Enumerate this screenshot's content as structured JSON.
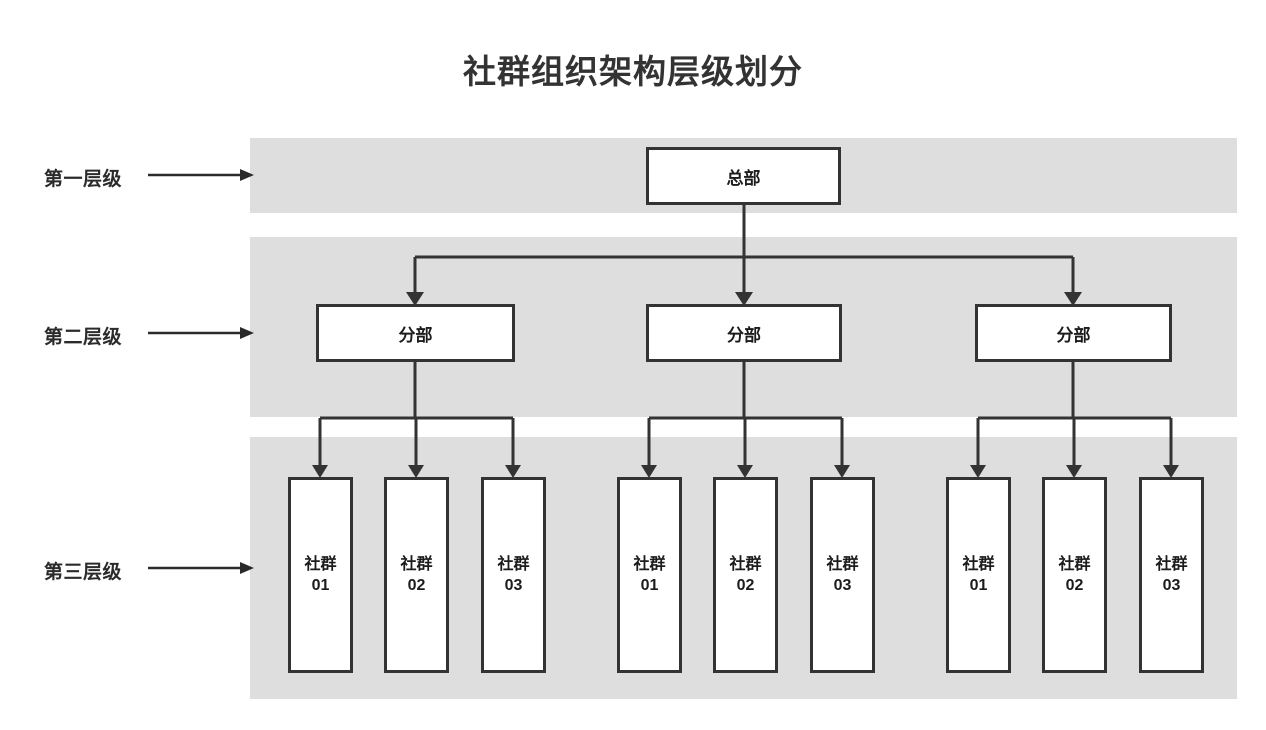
{
  "page": {
    "title": "社群组织架构层级划分",
    "background_color": "#ffffff",
    "band_color": "#dedede",
    "border_color": "#333333",
    "text_color": "#1c1c1c",
    "title_color": "#333333"
  },
  "levels": [
    {
      "label": "第一层级",
      "arrow_icon": "arrow-right-icon"
    },
    {
      "label": "第二层级",
      "arrow_icon": "arrow-right-icon"
    },
    {
      "label": "第三层级",
      "arrow_icon": "arrow-right-icon"
    }
  ],
  "chart_data": {
    "type": "diagram",
    "diagram_type": "organization-hierarchy-tree",
    "title": "社群组织架构层级划分",
    "orientation": "top-down",
    "level_names": [
      "第一层级",
      "第二层级",
      "第三层级"
    ],
    "nodes": {
      "root": {
        "id": "hq",
        "label": "总部",
        "level": 1
      },
      "branches": [
        {
          "id": "br-0",
          "label": "分部",
          "level": 2,
          "parent": "hq"
        },
        {
          "id": "br-1",
          "label": "分部",
          "level": 2,
          "parent": "hq"
        },
        {
          "id": "br-2",
          "label": "分部",
          "level": 2,
          "parent": "hq"
        }
      ],
      "leaves": [
        {
          "id": "lf-0-0",
          "line1": "社群",
          "line2": "01",
          "level": 3,
          "parent": "br-0"
        },
        {
          "id": "lf-0-1",
          "line1": "社群",
          "line2": "02",
          "level": 3,
          "parent": "br-0"
        },
        {
          "id": "lf-0-2",
          "line1": "社群",
          "line2": "03",
          "level": 3,
          "parent": "br-0"
        },
        {
          "id": "lf-1-0",
          "line1": "社群",
          "line2": "01",
          "level": 3,
          "parent": "br-1"
        },
        {
          "id": "lf-1-1",
          "line1": "社群",
          "line2": "02",
          "level": 3,
          "parent": "br-1"
        },
        {
          "id": "lf-1-2",
          "line1": "社群",
          "line2": "03",
          "level": 3,
          "parent": "br-1"
        },
        {
          "id": "lf-2-0",
          "line1": "社群",
          "line2": "01",
          "level": 3,
          "parent": "br-2"
        },
        {
          "id": "lf-2-1",
          "line1": "社群",
          "line2": "02",
          "level": 3,
          "parent": "br-2"
        },
        {
          "id": "lf-2-2",
          "line1": "社群",
          "line2": "03",
          "level": 3,
          "parent": "br-2"
        }
      ]
    },
    "counts": {
      "level_1": 1,
      "level_2": 3,
      "level_3": 9
    },
    "edge_style": "orthogonal-with-arrowheads"
  },
  "nodes": {
    "hq": {
      "label": "总部"
    },
    "branch_0": {
      "label": "分部"
    },
    "branch_1": {
      "label": "分部"
    },
    "branch_2": {
      "label": "分部"
    },
    "leaf_0_0": {
      "text": "社群\n01"
    },
    "leaf_0_1": {
      "text": "社群\n02"
    },
    "leaf_0_2": {
      "text": "社群\n03"
    },
    "leaf_1_0": {
      "text": "社群\n01"
    },
    "leaf_1_1": {
      "text": "社群\n02"
    },
    "leaf_1_2": {
      "text": "社群\n03"
    },
    "leaf_2_0": {
      "text": "社群\n01"
    },
    "leaf_2_1": {
      "text": "社群\n02"
    },
    "leaf_2_2": {
      "text": "社群\n03"
    }
  }
}
